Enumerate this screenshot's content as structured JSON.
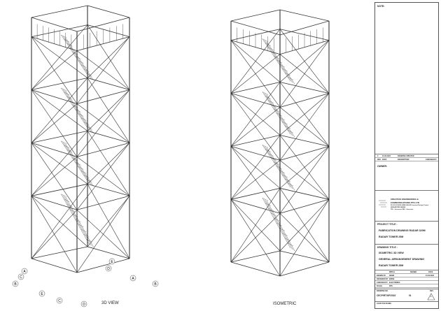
{
  "views": {
    "left_label": "3D VIEW",
    "right_label": "ISOMETRIC",
    "grid_letters": [
      "A",
      "B",
      "C",
      "D",
      "E",
      "A",
      "B",
      "C",
      "D",
      "E"
    ]
  },
  "title_block": {
    "note_label": "NOTE:",
    "revision": {
      "rev": "0",
      "date": "01.03.2022",
      "description": "DRAWING UPDATED",
      "headers": [
        "REV.",
        "DATE",
        "DESCRIPTION",
        "CHECKED BY"
      ]
    },
    "owner_label": "OWNER:",
    "company": {
      "name1": "CREATIVE ENGINEERING &",
      "name2": "COMMUNICATIONS PTE LTD",
      "address": "26 JOO KOON LANE #08-08 Crescent Design Centre",
      "city": "SINGAPORE 268899",
      "tel": "TEL : 6xxxxxxx   FAX : 6xxxxxxx"
    },
    "project_label": "PROJECT TITLE :",
    "project_lines": [
      "FABRICATION DRAWING RADAR 320M",
      "RADAR TOWER 25M"
    ],
    "drawing_label": "DRAWING TITLE :",
    "drawing_lines": [
      "ISOMETRIC 3D VIEW",
      "GENERAL ARRANGEMENT DRAWING",
      "RADAR TOWER 25M"
    ],
    "sign_headers": [
      "INITIAL",
      "SIGNED",
      "DATE"
    ],
    "sign_rows": [
      {
        "role": "DRAWN BY",
        "initial": "DESM",
        "date": "01.03.2022"
      },
      {
        "role": "DESIGNED BY",
        "initial": "EDDIE",
        "date": ""
      },
      {
        "role": "CHECKED BY",
        "initial": "ELECTRONIC",
        "date": ""
      },
      {
        "role": "SCALE",
        "initial": "NTS",
        "date": ""
      }
    ],
    "drawing_no_label": "DRAWING NO.",
    "drawing_no": "CECP/RT/GF/2022",
    "sheet": "01",
    "rev_label": "REV",
    "rev_value": "0",
    "acad_label": "ACAD FILE NAME :"
  }
}
